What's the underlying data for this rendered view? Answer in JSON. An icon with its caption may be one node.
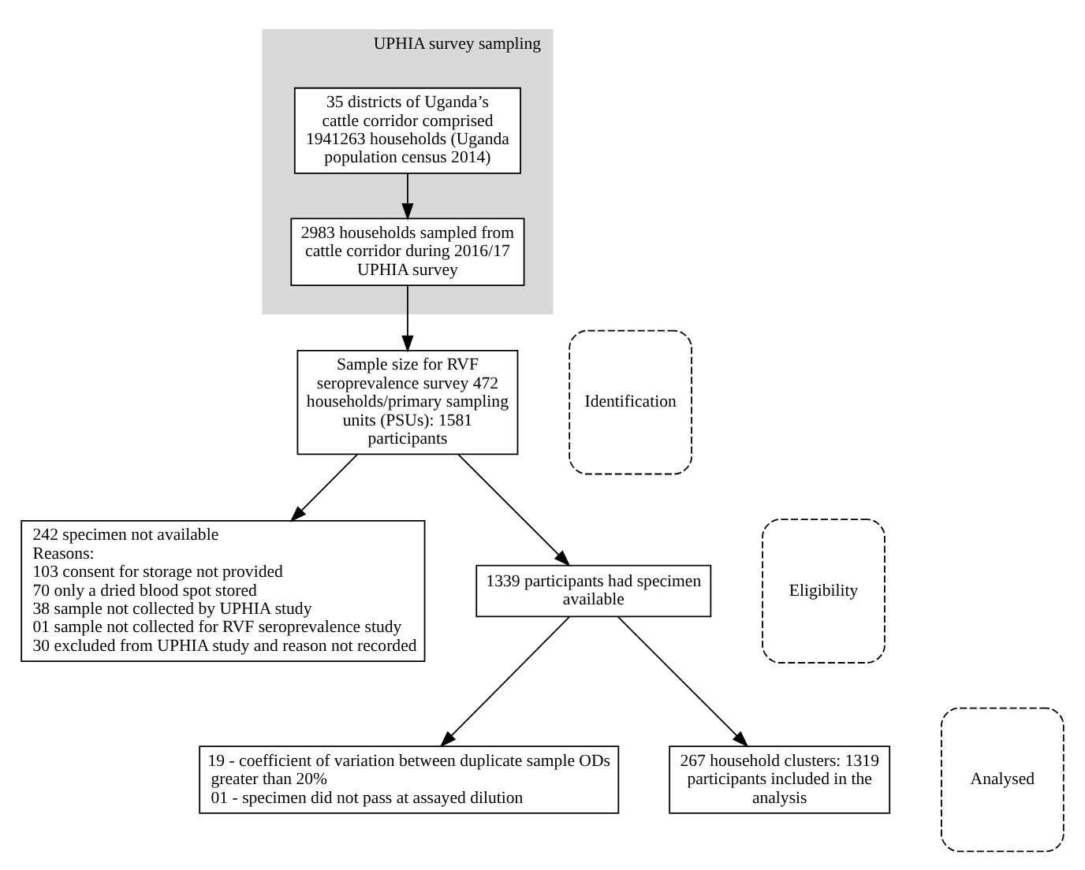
{
  "diagram": {
    "nodes": [
      {
        "text": [
          "UPHIA survey sampling"
        ]
      },
      {
        "text": [
          "Identification"
        ]
      },
      {
        "text": [
          "Eligibility"
        ]
      },
      {
        "text": [
          "Analysed"
        ]
      },
      {
        "text": [
          "35 districts of Uganda’s cattle corridor comprised 1941263 households (Uganda population census 2014)"
        ],
        "in": 0
      },
      {
        "text": [
          "2983 households sampled from cattle corridor during 2016/17 UPHIA survey"
        ],
        "in": 0
      },
      {
        "text": [
          "Sample size for RVF seroprevalence survey 472 households/primary sampling units (PSUs): 1581 participants"
        ]
      },
      {
        "text": [
          "242 specimen not available",
          "Reasons:",
          "103 consent for storage not provided",
          "70 only a dried blood spot stored",
          "38 sample not collected by UPHIA study",
          "01 sample not collected for RVF seroprevalence study",
          "30 excluded from UPHIA study and reason not recorded"
        ]
      },
      {
        "text": [
          "1339 participants had specimen available"
        ]
      },
      {
        "text": [
          "19 - coefficient of variation between duplicate sample ODs greater than 20%",
          "01 - specimen did not pass at assayed dilution"
        ]
      },
      {
        "text": [
          "267 household clusters: 1319 participants included in the analysis"
        ]
      }
    ],
    "edges": [
      {
        "from": 4,
        "to": 5,
        "arrow": "to"
      },
      {
        "from": 5,
        "to": 6,
        "arrow": "to"
      },
      {
        "from": 6,
        "to": 8,
        "arrow": "to"
      },
      {
        "from": 6,
        "to": 7,
        "arrow": "to"
      },
      {
        "from": 8,
        "to": 10,
        "arrow": "to"
      },
      {
        "from": 8,
        "to": 9,
        "arrow": "to"
      }
    ]
  }
}
